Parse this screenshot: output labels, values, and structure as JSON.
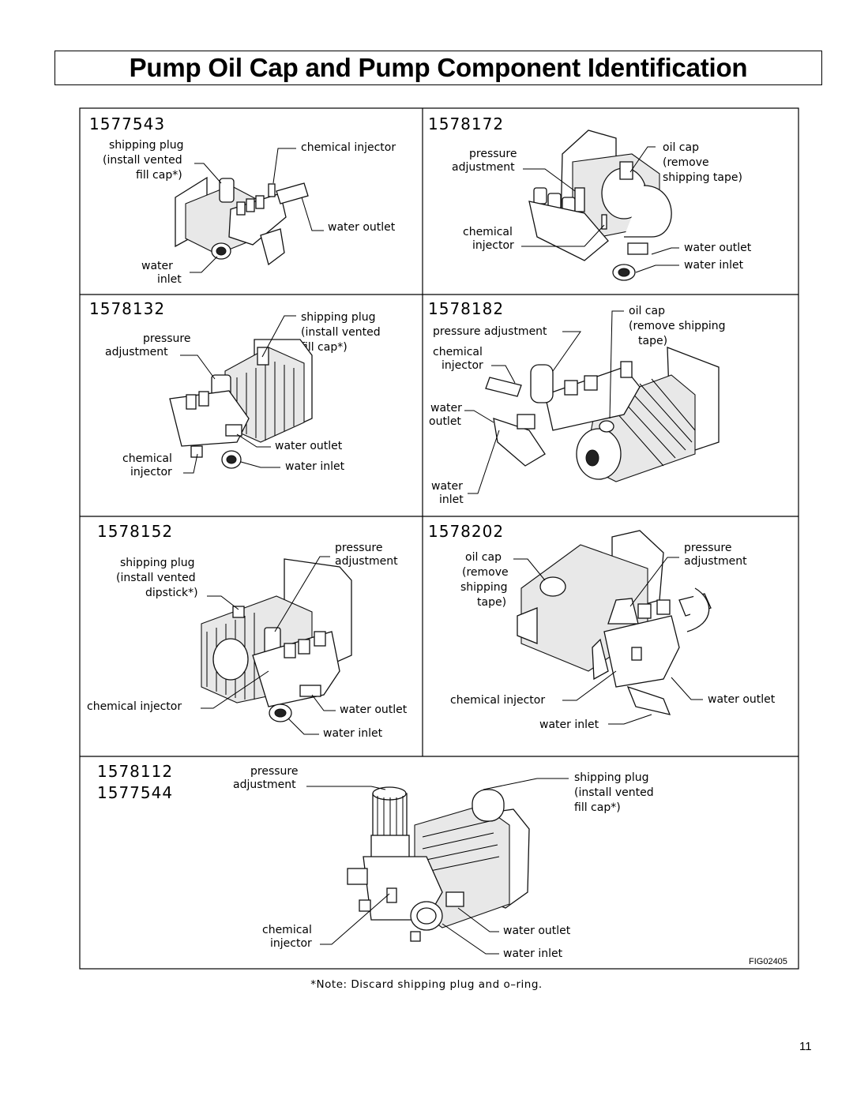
{
  "title": "Pump Oil Cap and Pump Component Identification",
  "panels": [
    {
      "model": "1577543",
      "labels": [
        "shipping plug",
        "(install vented",
        "fill cap*)",
        "chemical injector",
        "water outlet",
        "water",
        "inlet"
      ]
    },
    {
      "model": "1578172",
      "labels": [
        "pressure",
        "adjustment",
        "oil cap",
        "(remove",
        "shipping tape)",
        "chemical",
        "injector",
        "water outlet",
        "water inlet"
      ]
    },
    {
      "model": "1578132",
      "labels": [
        "shipping plug",
        "(install vented",
        "fill cap*)",
        "pressure",
        "adjustment",
        "water outlet",
        "chemical",
        "injector",
        "water inlet"
      ]
    },
    {
      "model": "1578182",
      "labels": [
        "oil cap",
        "(remove shipping",
        "tape)",
        "pressure adjustment",
        "chemical",
        "injector",
        "water",
        "outlet",
        "water",
        "inlet"
      ]
    },
    {
      "model": "1578152",
      "labels": [
        "pressure",
        "adjustment",
        "shipping plug",
        "(install vented",
        "dipstick*)",
        "chemical injector",
        "water outlet",
        "water inlet"
      ]
    },
    {
      "model": "1578202",
      "labels": [
        "oil cap",
        "(remove",
        "shipping",
        "tape)",
        "pressure",
        "adjustment",
        "chemical injector",
        "water outlet",
        "water inlet"
      ]
    },
    {
      "model": "1578112",
      "model2": "1577544",
      "labels": [
        "pressure",
        "adjustment",
        "shipping plug",
        "(install vented",
        "fill cap*)",
        "chemical",
        "injector",
        "water outlet",
        "water inlet"
      ]
    }
  ],
  "figure_code": "FIG02405",
  "note": "*Note: Discard shipping plug and o–ring.",
  "page_number": "11"
}
